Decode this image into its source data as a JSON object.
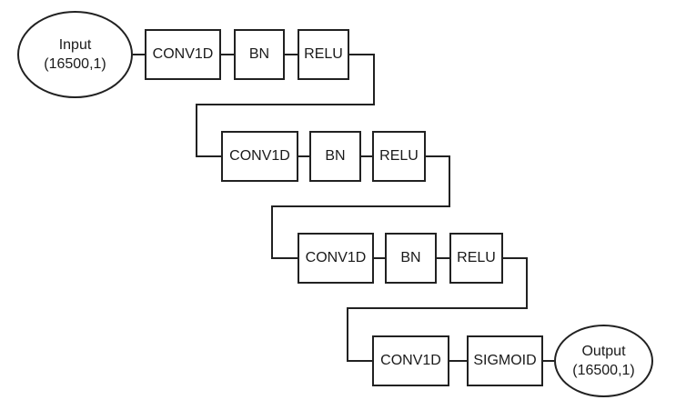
{
  "diagram": {
    "input_node": {
      "label": "Input",
      "shape": "(16500,1)"
    },
    "output_node": {
      "label": "Output",
      "shape": "(16500,1)"
    },
    "rows": [
      [
        "CONV1D",
        "BN",
        "RELU"
      ],
      [
        "CONV1D",
        "BN",
        "RELU"
      ],
      [
        "CONV1D",
        "BN",
        "RELU"
      ],
      [
        "CONV1D",
        "SIGMOID"
      ]
    ],
    "colors": {
      "stroke": "#212121",
      "background": "#ffffff",
      "text": "#1a1a1a"
    }
  }
}
